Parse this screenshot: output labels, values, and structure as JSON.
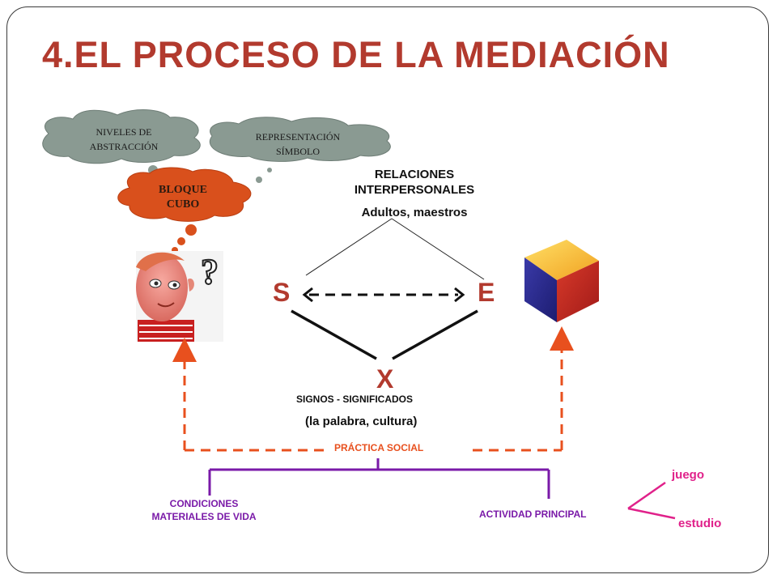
{
  "slide": {
    "title": "4.EL PROCESO DE LA  MEDIACIÓN"
  },
  "thought_bubbles": {
    "niveles": [
      "NIVELES DE",
      "ABSTRACCIÓN"
    ],
    "representacion": [
      "REPRESENTACIÓN",
      "SÍMBOLO"
    ],
    "bloque": [
      "BLOQUE",
      "CUBO"
    ]
  },
  "relations": {
    "heading": [
      "RELACIONES",
      "INTERPERSONALES"
    ],
    "detail": "Adultos, maestros"
  },
  "triangle": {
    "subject": "S",
    "object": "E",
    "mediator": "X"
  },
  "signs": {
    "label": "SIGNOS - SIGNIFICADOS",
    "detail": "(la palabra,  cultura)"
  },
  "social": {
    "practice": "PRÁCTICA  SOCIAL",
    "conditions": [
      "CONDICIONES",
      "MATERIALES  DE VIDA"
    ],
    "main_activity": "ACTIVIDAD  PRINCIPAL"
  },
  "activities": {
    "play": "juego",
    "study": "estudio"
  },
  "colors": {
    "title": "#b23a2e",
    "orange_dashed": "#e8501e",
    "purple": "#7a1aa8",
    "magenta": "#e0218a",
    "cloud_gray": "#8a9a92",
    "cloud_orange": "#d9501c"
  }
}
